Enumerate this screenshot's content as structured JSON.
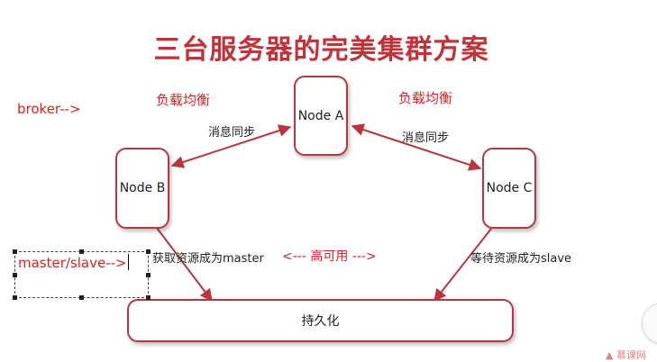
{
  "title": "三台服务器的完美集群方案",
  "broker_label": "broker-->",
  "load_balance_left": "负载均衡",
  "load_balance_right": "负载均衡",
  "sync_left": "消息同步",
  "sync_right": "消息同步",
  "node_a": "Node A",
  "node_b": "Node B",
  "node_c": "Node C",
  "get_master": "获取资源成为master",
  "high_availability": "<--- 高可用 --->",
  "wait_slave": "等待资源成为slave",
  "storage": "持久化",
  "master_slave_input": "master/slave-->",
  "watermark": "慕课网"
}
